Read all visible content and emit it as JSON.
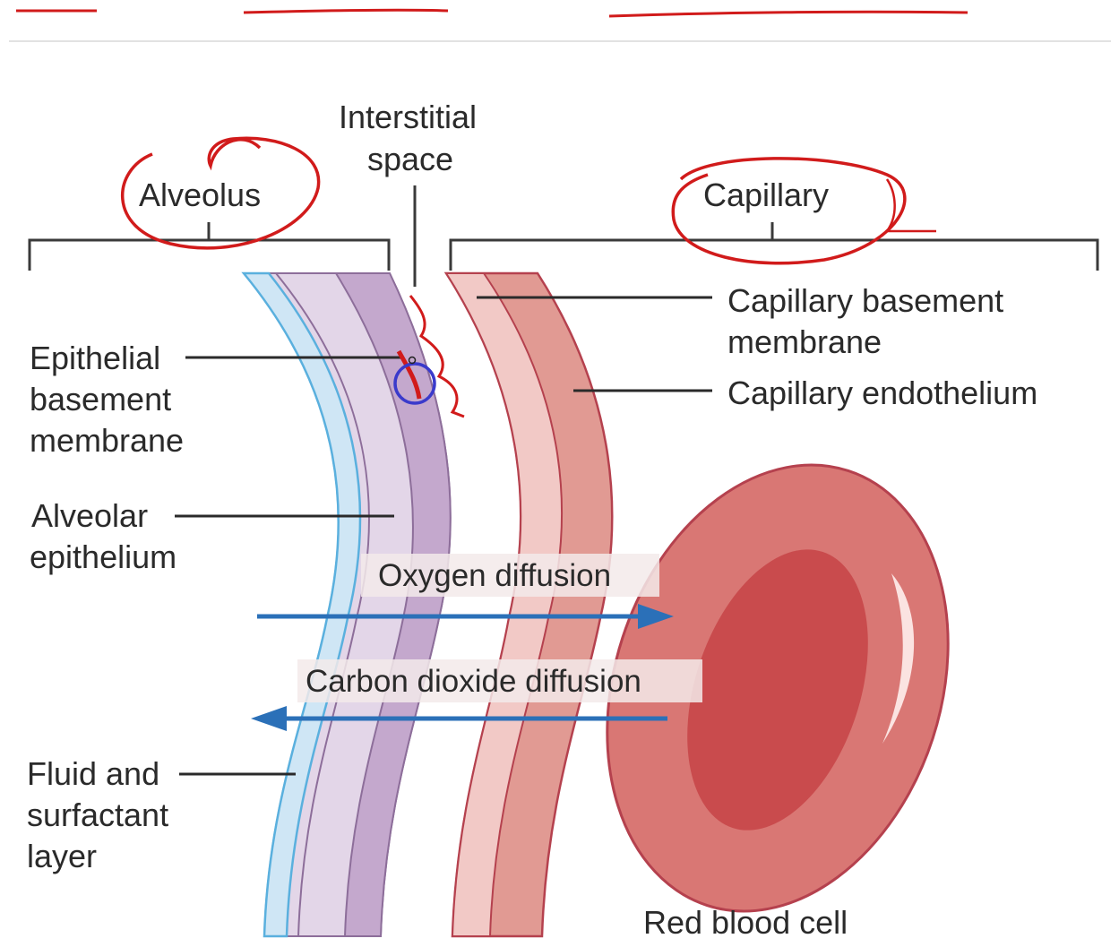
{
  "labels": {
    "alveolus": "Alveolus",
    "interstitial_line1": "Interstitial",
    "interstitial_line2": "space",
    "capillary": "Capillary",
    "epithelial_bm_line1": "Epithelial",
    "epithelial_bm_line2": "basement",
    "epithelial_bm_line3": "membrane",
    "alveolar_epi_line1": "Alveolar",
    "alveolar_epi_line2": "epithelium",
    "fluid_line1": "Fluid and",
    "fluid_line2": "surfactant",
    "fluid_line3": "layer",
    "cap_bm_line1": "Capillary basement",
    "cap_bm_line2": "membrane",
    "cap_endo": "Capillary endothelium",
    "oxygen": "Oxygen diffusion",
    "co2": "Carbon dioxide diffusion",
    "rbc": "Red blood cell"
  },
  "colors": {
    "fluid_layer": "#cfe6f5",
    "fluid_outline": "#5ab0de",
    "alveolar_epithelium": "#e3d6e8",
    "epithelial_bm": "#c4a8cd",
    "interstitial_band": "#eddfee",
    "capillary_bm": "#f2c9c6",
    "capillary_endothelium": "#e19a93",
    "capillary_outline": "#b5414e",
    "rbc_outer": "#d97774",
    "rbc_inner": "#c94b4d",
    "arrow": "#2b70b8",
    "annotation_red": "#d11b1b",
    "annotation_blue": "#3a3acb",
    "bracket": "#3a3a3a"
  }
}
